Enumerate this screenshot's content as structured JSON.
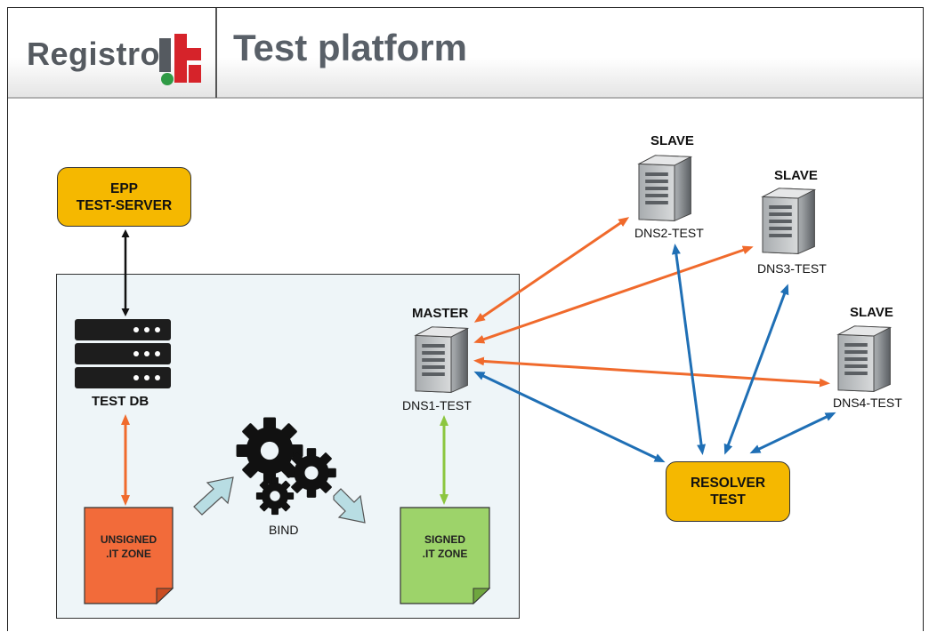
{
  "header": {
    "logo_text": "Registro",
    "title": "Test platform"
  },
  "nodes": {
    "epp": "EPP\nTEST-SERVER",
    "test_db": "TEST DB",
    "unsigned_zone": "UNSIGNED\n.IT ZONE",
    "bind": "BIND",
    "signed_zone": "SIGNED\n.IT ZONE",
    "master_role": "MASTER",
    "dns1": "DNS1-TEST",
    "slave_role": "SLAVE",
    "dns2": "DNS2-TEST",
    "dns3": "DNS3-TEST",
    "dns4": "DNS4-TEST",
    "resolver": "RESOLVER\nTEST"
  },
  "colors": {
    "orange_arrow": "#f06a2c",
    "blue_arrow": "#1f6fb5",
    "green_arrow": "#8cc63f",
    "black_arrow": "#111111",
    "yellow_box": "#f5b800",
    "unsigned_zone": "#f26b3a",
    "signed_zone": "#9dd36a",
    "panel": "#eef5f8",
    "logo_green": "#2f9a45",
    "logo_red": "#d6232a"
  },
  "icons": [
    "server-rack-icon",
    "server-tower-icon",
    "gears-icon",
    "document-icon",
    "process-arrow-icon"
  ]
}
